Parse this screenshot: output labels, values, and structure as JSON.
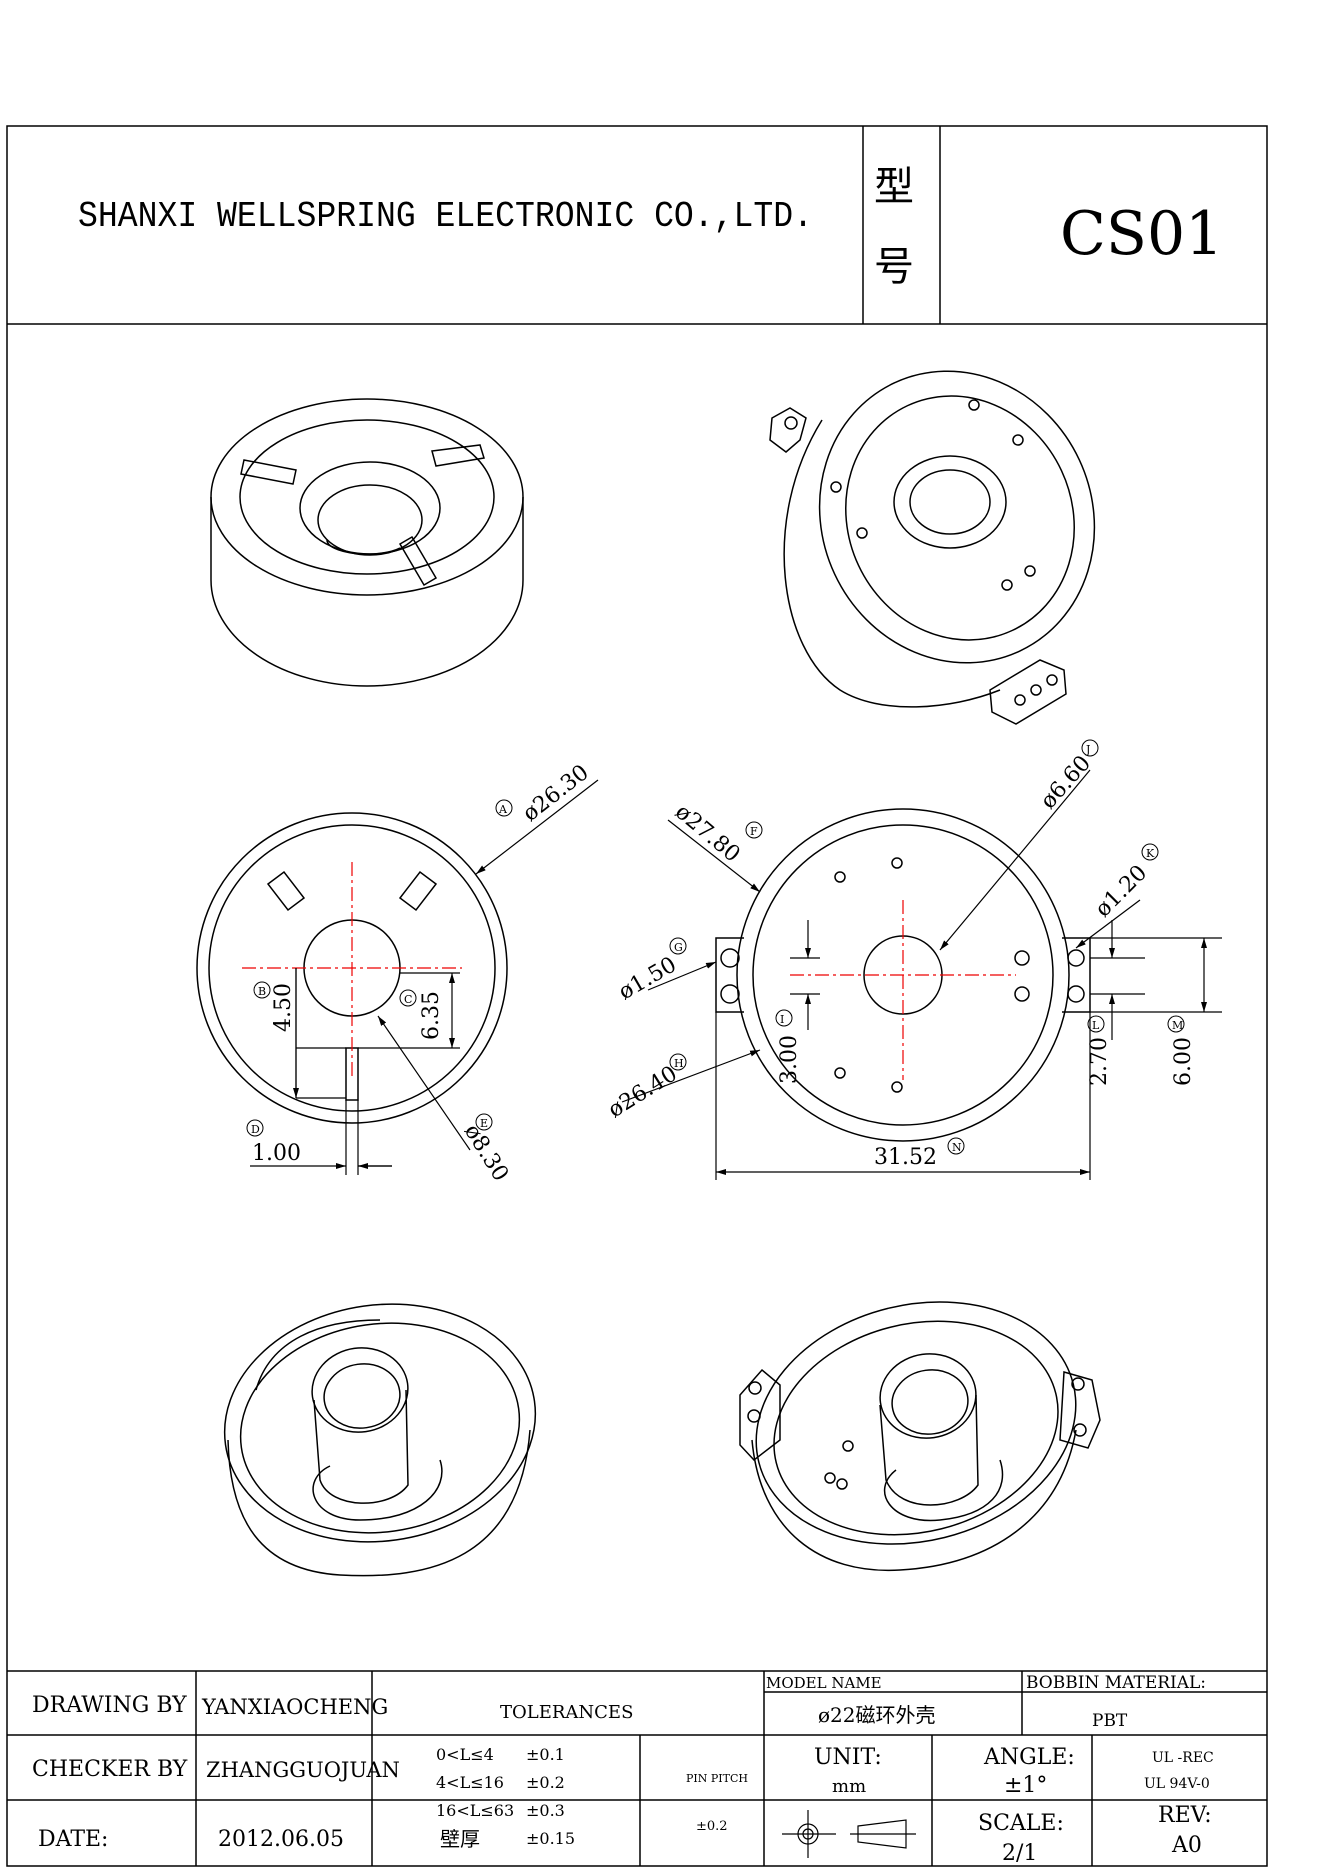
{
  "header": {
    "company": "SHANXI WELLSPRING ELECTRONIC CO.,LTD.",
    "model_label_1": "型",
    "model_label_2": "号",
    "model_code": "CS01"
  },
  "dimensions": {
    "front": {
      "A_label": "A",
      "A_value": "ø26.30",
      "B_label": "B",
      "B_value": "4.50",
      "C_label": "C",
      "C_value": "6.35",
      "D_label": "D",
      "D_value": "1.00",
      "E_label": "E",
      "E_value": "ø8.30"
    },
    "back": {
      "F_label": "F",
      "F_value": "ø27.80",
      "G_label": "G",
      "G_value": "ø1.50",
      "H_label": "H",
      "H_value": "ø26.40",
      "I_label": "I",
      "I_value": "3.00",
      "J_label": "J",
      "J_value": "ø6.60",
      "K_label": "K",
      "K_value": "ø1.20",
      "L_label": "L",
      "L_value": "2.70",
      "M_label": "M",
      "M_value": "6.00",
      "N_label": "N",
      "N_value": "31.52"
    }
  },
  "title_block": {
    "drawing_by_label": "DRAWING BY",
    "drawing_by_value": "YANXIAOCHENG",
    "checker_by_label": "CHECKER BY",
    "checker_by_value": "ZHANGGUOJUAN",
    "date_label": "DATE:",
    "date_value": "2012.06.05",
    "tolerances_label": "TOLERANCES",
    "tol_rows": [
      {
        "range": "0<L≤4",
        "value": "±0.1"
      },
      {
        "range": "4<L≤16",
        "value": "±0.2"
      },
      {
        "range": "16<L≤63",
        "value": "±0.3"
      },
      {
        "range": "壁厚",
        "value": "±0.15"
      }
    ],
    "pin_pitch_label": "PIN PITCH",
    "pin_pitch_value": "±0.2",
    "model_name_label": "MODEL NAME",
    "model_name_value": "ø22磁环外壳",
    "bobbin_material_label": "BOBBIN MATERIAL:",
    "bobbin_material_value": "PBT",
    "unit_label": "UNIT:",
    "unit_value": "mm",
    "angle_label": "ANGLE:",
    "angle_value": "±1°",
    "ul_1": "UL -REC",
    "ul_2": "UL  94V-0",
    "scale_label": "SCALE:",
    "scale_value": "2/1",
    "rev_label": "REV:",
    "rev_value": "A0"
  }
}
